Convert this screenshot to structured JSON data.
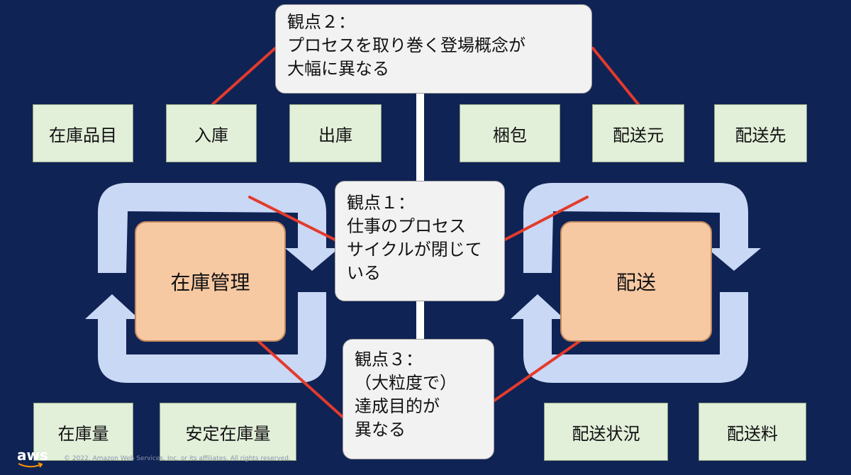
{
  "colors": {
    "background": "#0f2354",
    "entity_fill": "#e2efd9",
    "core_fill": "#f7c9a3",
    "cycle_arrow": "#c9d8f5",
    "connector": "#e43a2c",
    "callout_fill": "#f2f2f2"
  },
  "cores": [
    {
      "label": "在庫管理"
    },
    {
      "label": "配送"
    }
  ],
  "top_entities": [
    "在庫品目",
    "入庫",
    "出庫",
    "梱包",
    "配送元",
    "配送先"
  ],
  "bottom_entities": [
    "在庫量",
    "安定在庫量",
    "配送状況",
    "配送料"
  ],
  "callouts": [
    {
      "lines": [
        "観点２：",
        "プロセスを取り巻く登場概念が",
        "大幅に異なる"
      ]
    },
    {
      "lines": [
        "観点１：",
        "仕事のプロセス",
        "サイクルが閉じて",
        "いる"
      ]
    },
    {
      "lines": [
        "観点３：",
        "（大粒度で）",
        "達成目的が",
        "異なる"
      ]
    }
  ],
  "footer": {
    "logo_text": "aws",
    "copyright": "© 2022, Amazon Web Services, Inc. or its affiliates. All rights reserved."
  }
}
